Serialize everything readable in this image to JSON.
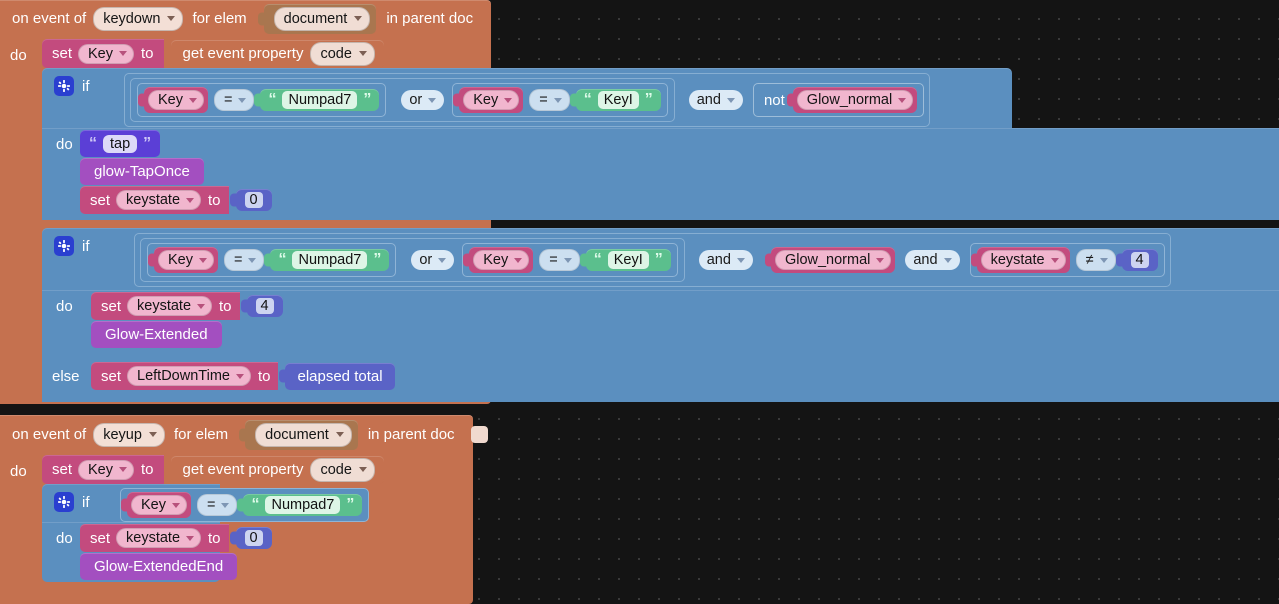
{
  "workspace": {
    "background": "#141414",
    "grid_dot_color": "#3a3a3a"
  },
  "colors": {
    "event_block": "#c5714f",
    "control_block": "#5b8fbf",
    "variable_block": "#c34b7e",
    "text_block": "#5bbf8d",
    "number_block": "#5a63c6",
    "procedure_block": "#a34fc0",
    "elem_socket": "#a9764f",
    "gear_icon": "#2a3fd0"
  },
  "handlers": [
    {
      "id": "keydown-handler",
      "prefix": "on event of",
      "event": "keydown",
      "mid": "for elem",
      "elem": "document",
      "suffix": "in parent doc",
      "do_label": "do",
      "set_statement": {
        "set": "set",
        "variable": "Key",
        "to": "to",
        "value_block": "get event property",
        "property": "code"
      },
      "if_blocks": [
        {
          "id": "if-1",
          "if_label": "if",
          "do_label": "do",
          "condition": {
            "left_group": {
              "comparisons": [
                {
                  "var": "Key",
                  "op": "=",
                  "text": "Numpad7"
                },
                {
                  "var": "Key",
                  "op": "=",
                  "text": "KeyI"
                }
              ],
              "joiner": "or"
            },
            "outer_joiner": "and",
            "right": {
              "not": "not",
              "var": "Glow_normal"
            }
          },
          "do_statements": [
            {
              "kind": "text",
              "value": "tap"
            },
            {
              "kind": "procedure",
              "label": "glow-TapOnce"
            },
            {
              "kind": "set",
              "set": "set",
              "variable": "keystate",
              "to": "to",
              "number": "0"
            }
          ]
        },
        {
          "id": "if-2",
          "if_label": "if",
          "do_label": "do",
          "else_label": "else",
          "condition": {
            "left_group": {
              "comparisons": [
                {
                  "var": "Key",
                  "op": "=",
                  "text": "Numpad7"
                },
                {
                  "var": "Key",
                  "op": "=",
                  "text": "KeyI"
                }
              ],
              "joiner": "or"
            },
            "outer_joiner": "and",
            "right_var": "Glow_normal",
            "second_joiner": "and",
            "right_cmp": {
              "var": "keystate",
              "op": "≠",
              "number": "4"
            }
          },
          "do_statements": [
            {
              "kind": "set",
              "set": "set",
              "variable": "keystate",
              "to": "to",
              "number": "4"
            },
            {
              "kind": "procedure",
              "label": "Glow-Extended"
            }
          ],
          "else_statements": [
            {
              "kind": "set",
              "set": "set",
              "variable": "LeftDownTime",
              "to": "to",
              "value_label": "elapsed total"
            }
          ]
        }
      ]
    },
    {
      "id": "keyup-handler",
      "prefix": "on event of",
      "event": "keyup",
      "mid": "for elem",
      "elem": "document",
      "suffix": "in parent doc",
      "do_label": "do",
      "set_statement": {
        "set": "set",
        "variable": "Key",
        "to": "to",
        "value_block": "get event property",
        "property": "code"
      },
      "if_blocks": [
        {
          "id": "if-3",
          "if_label": "if",
          "do_label": "do",
          "condition": {
            "simple": {
              "var": "Key",
              "op": "=",
              "text": "Numpad7"
            }
          },
          "do_statements": [
            {
              "kind": "set",
              "set": "set",
              "variable": "keystate",
              "to": "to",
              "number": "0"
            },
            {
              "kind": "procedure",
              "label": "Glow-ExtendedEnd"
            }
          ]
        }
      ]
    }
  ]
}
